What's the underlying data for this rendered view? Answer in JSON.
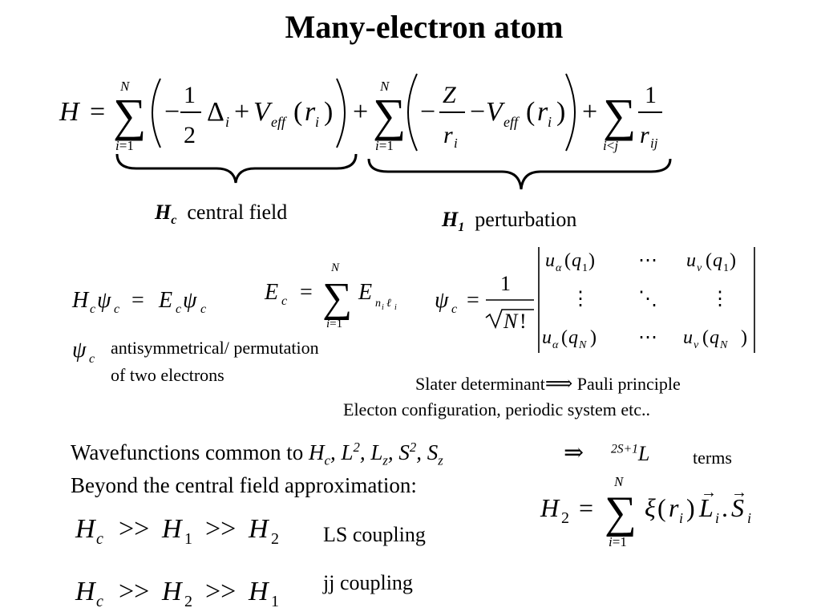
{
  "slide": {
    "title": "Many-electron atom",
    "hc_label": {
      "symbol": "H",
      "sub": "c",
      "text": "central field"
    },
    "h1_label": {
      "symbol": "H",
      "sub": "1",
      "text": "perturbation"
    },
    "antisym_line1": "antisymmetrical/ permutation",
    "antisym_line2": "of two electrons",
    "slater_text": "Slater determinant",
    "pauli_text": "Pauli principle",
    "config_text": "Electon configuration, periodic system etc..",
    "wavefunctions_text": "Wavefunctions common to ",
    "terms_text": "terms",
    "beyond_text": "Beyond the central field approximation:",
    "ls_text": "LS coupling",
    "jj_text": "jj coupling"
  }
}
